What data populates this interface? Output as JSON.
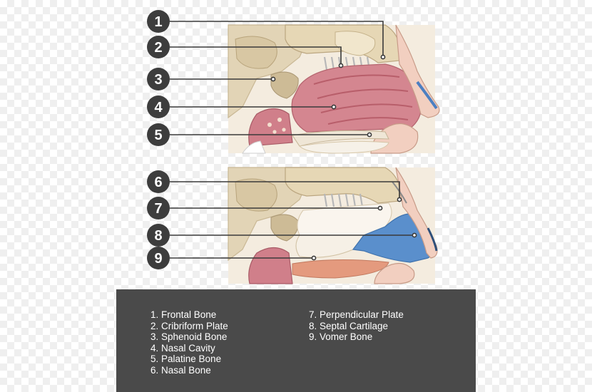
{
  "markers": [
    "1",
    "2",
    "3",
    "4",
    "5",
    "6",
    "7",
    "8",
    "9"
  ],
  "legend": {
    "left": [
      "1. Frontal Bone",
      "2. Cribriform Plate",
      "3. Sphenoid Bone",
      "4. Nasal Cavity",
      "5. Palatine Bone",
      "6. Nasal Bone"
    ],
    "right": [
      "7. Perpendicular Plate",
      "8. Septal Cartilage",
      "9. Vomer Bone"
    ]
  },
  "colors": {
    "marker": "#3d3d3d",
    "legend_bg": "#4a4a4a",
    "bone": "#e8dcc4",
    "mucosa": "#d98d95",
    "septal_cartilage": "#5a8fcc"
  }
}
